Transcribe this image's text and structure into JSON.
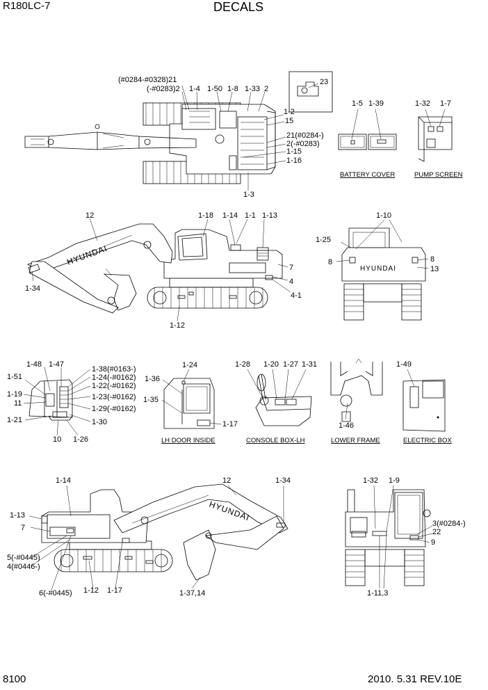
{
  "header": {
    "model": "R180LC-7",
    "title": "DECALS"
  },
  "footer": {
    "page": "8100",
    "revision": "2010. 5.31  REV.10E"
  },
  "captions": {
    "battery_cover": "BATTERY COVER",
    "pump_screen": "PUMP SCREEN",
    "lh_door_inside": "LH DOOR INSIDE",
    "console_box_lh": "CONSOLE BOX-LH",
    "lower_frame": "LOWER FRAME",
    "electric_box": "ELECTRIC BOX"
  },
  "callouts": {
    "top_view": [
      "(#0284-#0328)21",
      "(-#0283)2",
      "1-4",
      "1-50",
      "1-8",
      "1-33",
      "2",
      "23",
      "1-2",
      "15",
      "21(#0284-)",
      "2(-#0283)",
      "1-15",
      "1-16",
      "1-3"
    ],
    "battery_cover": [
      "1-5",
      "1-39"
    ],
    "pump_screen": [
      "1-32",
      "1-7"
    ],
    "left_side_view": [
      "12",
      "1-18",
      "1-14",
      "1-1",
      "1-13",
      "7",
      "4",
      "4-1",
      "1-34",
      "1-12"
    ],
    "rear_view": [
      "1-10",
      "1-25",
      "8",
      "8",
      "13"
    ],
    "switch_panel": [
      "1-48",
      "1-47",
      "1-38(#0163-)",
      "1-24(-#0162)",
      "1-22(-#0162)",
      "1-23(-#0162)",
      "1-29(-#0162)",
      "1-51",
      "1-19",
      "11",
      "1-21",
      "1-30",
      "10",
      "1-26"
    ],
    "lh_door_inside": [
      "1-24",
      "1-36",
      "1-35",
      "1-17"
    ],
    "console_box_lh": [
      "1-28",
      "1-20",
      "1-27",
      "1-31"
    ],
    "lower_frame": [
      "1-46"
    ],
    "electric_box": [
      "1-49"
    ],
    "right_side_view": [
      "1-14",
      "12",
      "1-34",
      "1-13",
      "7",
      "5(-#0445)",
      "4(#0446-)",
      "6(-#0445)",
      "1-12",
      "1-17",
      "1-37,14"
    ],
    "front_view": [
      "1-32",
      "1-9",
      "3(#0284-)",
      "22",
      "9",
      "1-11,3"
    ]
  },
  "decal_text": {
    "boom_brand": "HYUNDAI",
    "rear_brand": "HYUNDAI"
  }
}
